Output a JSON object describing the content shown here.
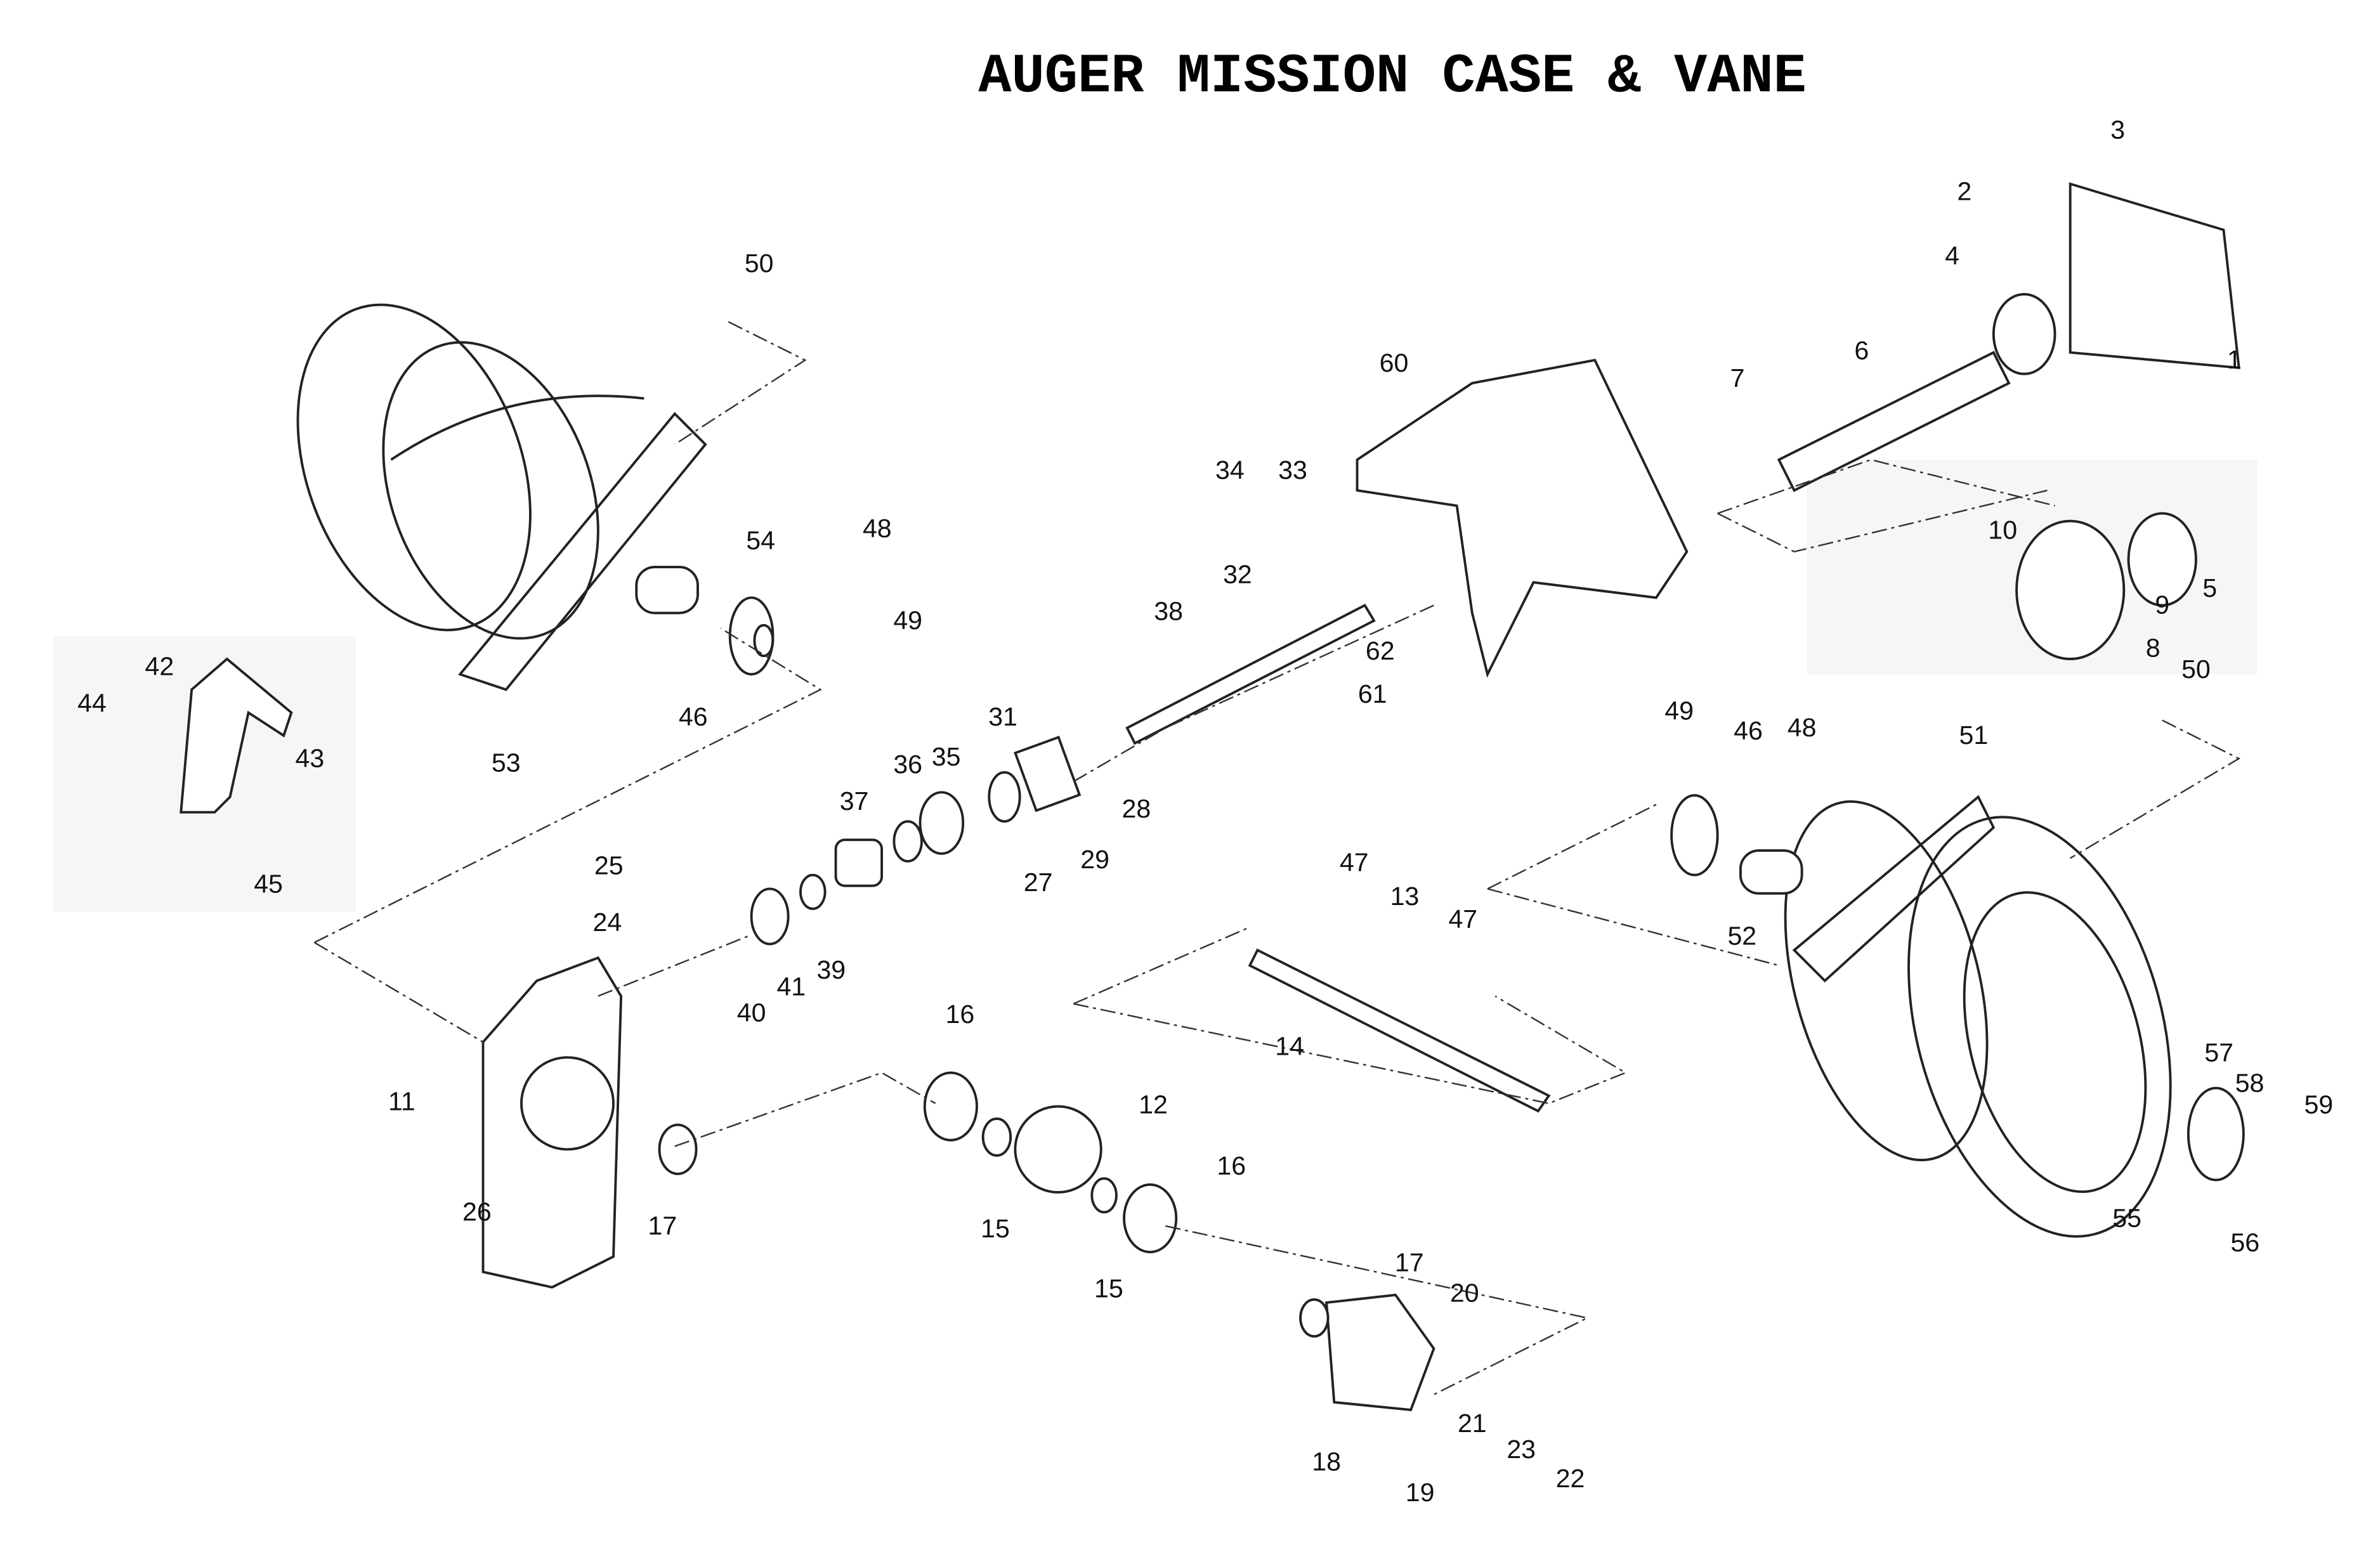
{
  "title": "AUGER  MISSION  CASE & VANE",
  "parts": {
    "p1": "1",
    "p2": "2",
    "p3": "3",
    "p4": "4",
    "p5": "5",
    "p6": "6",
    "p7": "7",
    "p8": "8",
    "p9": "9",
    "p10": "10",
    "p11": "11",
    "p12": "12",
    "p13": "13",
    "p14": "14",
    "p15a": "15",
    "p15b": "15",
    "p16a": "16",
    "p16b": "16",
    "p17a": "17",
    "p17b": "17",
    "p18": "18",
    "p19": "19",
    "p20": "20",
    "p21": "21",
    "p22": "22",
    "p23": "23",
    "p24": "24",
    "p25": "25",
    "p26": "26",
    "p27": "27",
    "p28": "28",
    "p29": "29",
    "p31": "31",
    "p32": "32",
    "p33": "33",
    "p34": "34",
    "p35": "35",
    "p36": "36",
    "p37": "37",
    "p38": "38",
    "p39": "39",
    "p40": "40",
    "p41": "41",
    "p42": "42",
    "p43": "43",
    "p44": "44",
    "p45": "45",
    "p46a": "46",
    "p46b": "46",
    "p47a": "47",
    "p47b": "47",
    "p48a": "48",
    "p48b": "48",
    "p49a": "49",
    "p49b": "49",
    "p50a": "50",
    "p50b": "50",
    "p51": "51",
    "p52": "52",
    "p53": "53",
    "p54": "54",
    "p55": "55",
    "p56": "56",
    "p57": "57",
    "p58": "58",
    "p59": "59",
    "p60": "60",
    "p61": "61",
    "p62": "62"
  }
}
